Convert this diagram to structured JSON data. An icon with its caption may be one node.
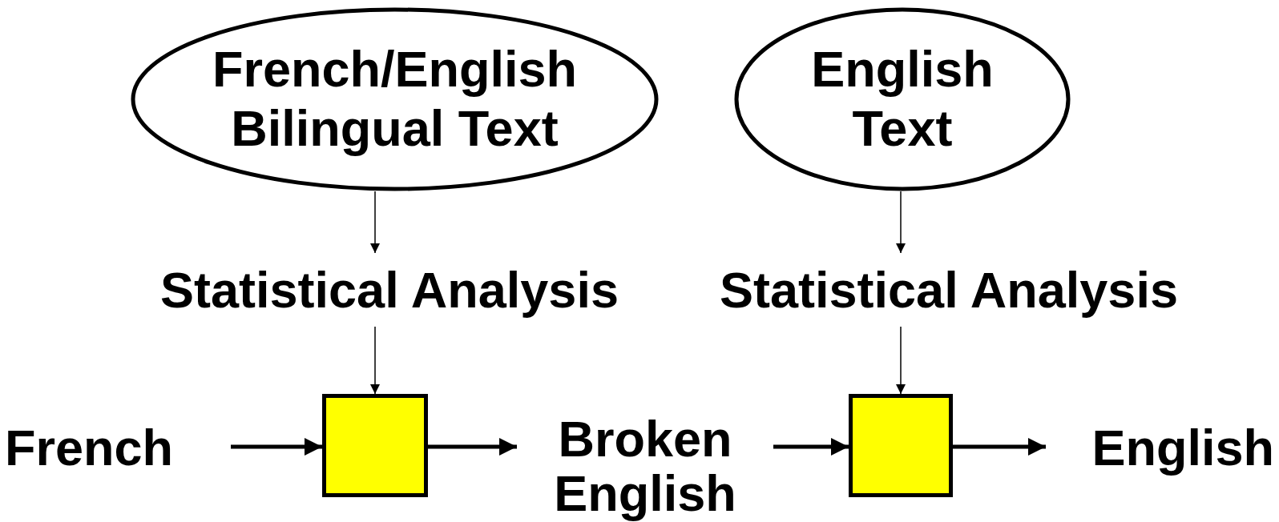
{
  "diagram": {
    "nodes": [
      {
        "text": [
          "French/English Bilingual Text"
        ]
      },
      {
        "text": [
          "English Text"
        ]
      },
      {
        "text": [
          "Statistical Analysis"
        ]
      },
      {
        "text": [
          "Statistical Analysis"
        ]
      },
      {
        "text": [
          "French"
        ]
      },
      {
        "text": [],
        "shape": "box"
      },
      {
        "text": [
          "Broken English"
        ]
      },
      {
        "text": [],
        "shape": "box"
      },
      {
        "text": [
          "English"
        ]
      }
    ],
    "edges": [
      {
        "from": 0,
        "to": 2,
        "arrow": "to"
      },
      {
        "from": 2,
        "to": 5,
        "arrow": "to"
      },
      {
        "from": 1,
        "to": 3,
        "arrow": "to"
      },
      {
        "from": 3,
        "to": 7,
        "arrow": "to"
      },
      {
        "from": 4,
        "to": 5,
        "arrow": "to",
        "style": "thick"
      },
      {
        "from": 5,
        "to": 6,
        "arrow": "to",
        "style": "thick"
      },
      {
        "from": 6,
        "to": 7,
        "arrow": "to",
        "style": "thick"
      },
      {
        "from": 7,
        "to": 8,
        "arrow": "to",
        "style": "thick"
      }
    ]
  }
}
